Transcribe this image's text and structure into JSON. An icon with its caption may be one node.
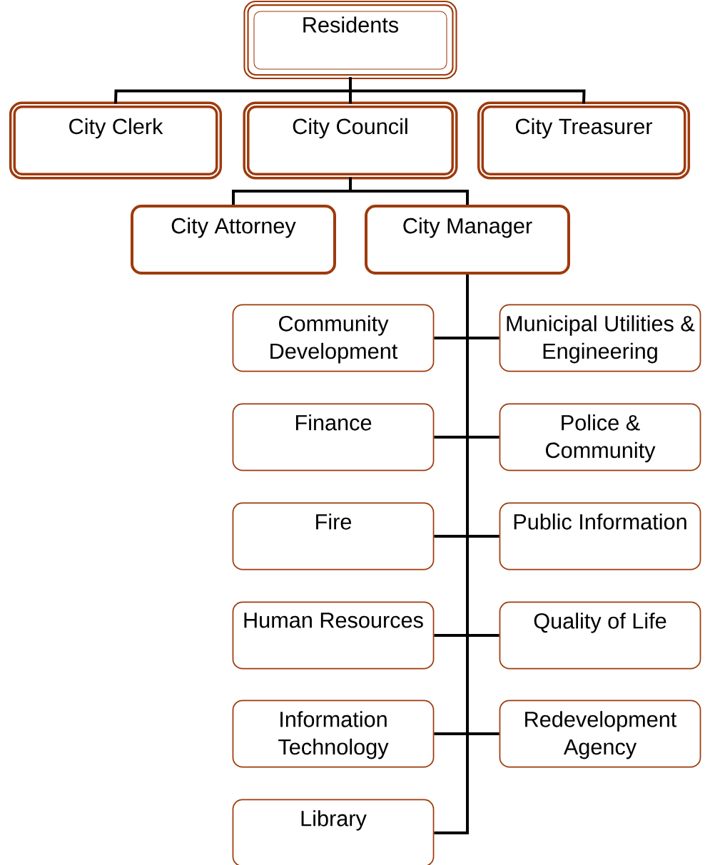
{
  "diagram": {
    "nodes": [
      {
        "text": [
          "Residents"
        ]
      },
      {
        "text": [
          "City Clerk"
        ]
      },
      {
        "text": [
          "City Council"
        ]
      },
      {
        "text": [
          "City Treasurer"
        ]
      },
      {
        "text": [
          "City Attorney"
        ]
      },
      {
        "text": [
          "City Manager"
        ]
      },
      {
        "text": [
          "Community Development"
        ]
      },
      {
        "text": [
          "Municipal Utilities & Engineering"
        ]
      },
      {
        "text": [
          "Finance"
        ]
      },
      {
        "text": [
          "Police & Community"
        ]
      },
      {
        "text": [
          "Fire"
        ]
      },
      {
        "text": [
          "Public Information"
        ]
      },
      {
        "text": [
          "Human Resources"
        ]
      },
      {
        "text": [
          "Quality of Life"
        ]
      },
      {
        "text": [
          "Information Technology"
        ]
      },
      {
        "text": [
          "Redevelopment Agency"
        ]
      },
      {
        "text": [
          "Library"
        ]
      }
    ],
    "edges": [
      {
        "from": 0,
        "to": 1,
        "arrow": "none"
      },
      {
        "from": 0,
        "to": 2,
        "arrow": "none"
      },
      {
        "from": 0,
        "to": 3,
        "arrow": "none"
      },
      {
        "from": 2,
        "to": 4,
        "arrow": "none"
      },
      {
        "from": 2,
        "to": 5,
        "arrow": "none"
      },
      {
        "from": 5,
        "to": 6,
        "arrow": "none"
      },
      {
        "from": 5,
        "to": 7,
        "arrow": "none"
      },
      {
        "from": 5,
        "to": 8,
        "arrow": "none"
      },
      {
        "from": 5,
        "to": 9,
        "arrow": "none"
      },
      {
        "from": 5,
        "to": 10,
        "arrow": "none"
      },
      {
        "from": 5,
        "to": 11,
        "arrow": "none"
      },
      {
        "from": 5,
        "to": 12,
        "arrow": "none"
      },
      {
        "from": 5,
        "to": 13,
        "arrow": "none"
      },
      {
        "from": 5,
        "to": 14,
        "arrow": "none"
      },
      {
        "from": 5,
        "to": 15,
        "arrow": "none"
      },
      {
        "from": 5,
        "to": 16,
        "arrow": "none"
      }
    ]
  }
}
